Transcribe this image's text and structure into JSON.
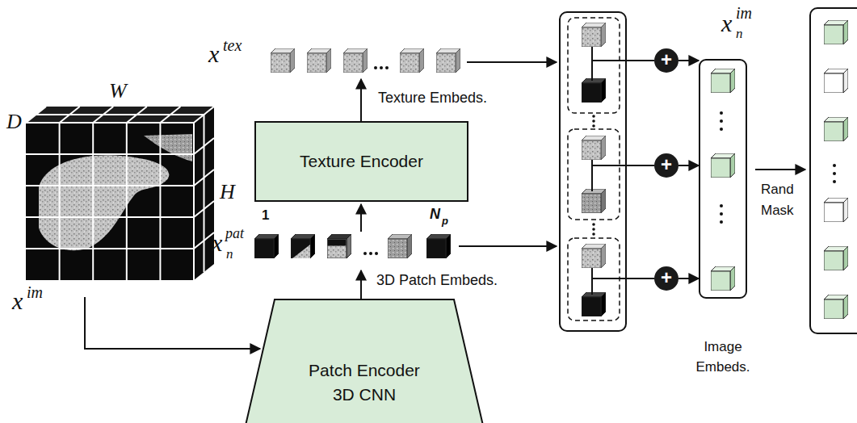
{
  "diagram": {
    "nodes": [
      {
        "text": [
          "Texture Encoder"
        ]
      },
      {
        "text": [
          "Patch Encoder 3D CNN"
        ]
      },
      {
        "text": [
          "+"
        ]
      },
      {
        "text": [
          "+"
        ]
      },
      {
        "text": [
          "+"
        ]
      },
      {
        "text": [
          "Image Embeds."
        ]
      }
    ],
    "edges": [
      {
        "from": 2,
        "to": 5,
        "arrow": "to"
      },
      {
        "from": 3,
        "to": 5,
        "arrow": "to"
      },
      {
        "from": 4,
        "to": 5,
        "arrow": "to"
      }
    ],
    "labels": [
      "W",
      "D",
      "H",
      "x",
      "im",
      "x",
      "tex",
      "Texture Embeds.",
      "1",
      "N",
      "p",
      "x",
      "pat",
      "n",
      "3D Patch Embeds.",
      "x",
      "im",
      "n",
      "Rand Mask"
    ]
  }
}
